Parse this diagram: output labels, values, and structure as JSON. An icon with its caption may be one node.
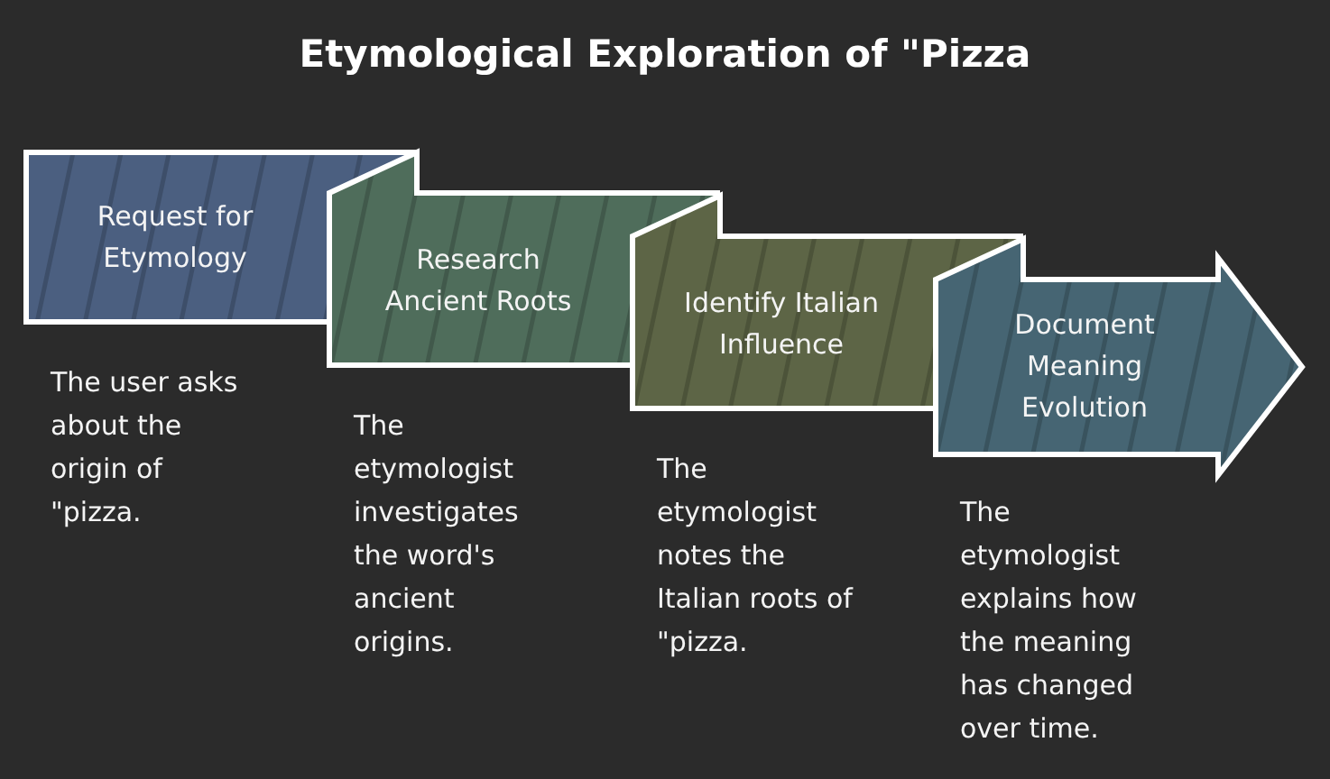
{
  "diagram": {
    "title": "Etymological Exploration of \"Pizza",
    "nodes": [
      {
        "text": [
          "Request for Etymology"
        ],
        "beside": [
          "The user asks about the origin of \"pizza."
        ]
      },
      {
        "text": [
          "Research Ancient Roots"
        ],
        "beside": [
          "The etymologist investigates the word's ancient origins."
        ]
      },
      {
        "text": [
          "Identify Italian Influence"
        ],
        "beside": [
          "The etymologist notes the Italian roots of \"pizza."
        ]
      },
      {
        "text": [
          "Document Meaning Evolution"
        ],
        "beside": [
          "The etymologist explains how the meaning has changed over time."
        ]
      }
    ]
  }
}
